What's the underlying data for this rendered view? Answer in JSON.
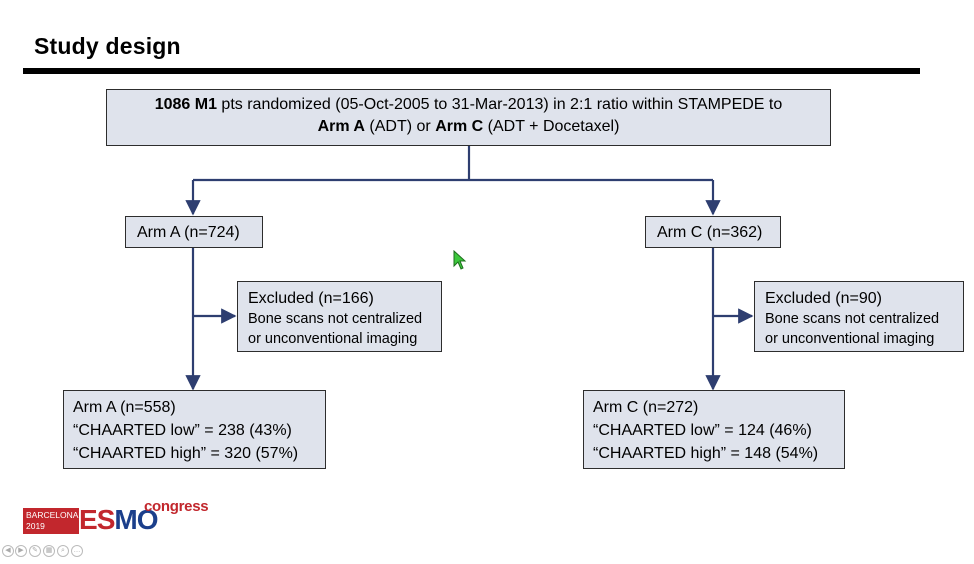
{
  "title": "Study design",
  "top_box": {
    "l1_bold": "1086 M1",
    "l1_rest": " pts randomized (05-Oct-2005 to 31-Mar-2013) in 2:1 ratio within STAMPEDE to",
    "l2_arm_a": "Arm A",
    "l2_mid1": " (ADT) or ",
    "l2_arm_c": "Arm C",
    "l2_mid2": " (ADT + Docetaxel)"
  },
  "arm_a": {
    "label": "Arm A (n=724)",
    "excluded_title": "Excluded (n=166)",
    "excluded_reason_1": "Bone scans not centralized",
    "excluded_reason_2": "or unconventional imaging",
    "final_label": "Arm A (n=558)",
    "final_low": "“CHAARTED low” = 238 (43%)",
    "final_high": "“CHAARTED high” = 320 (57%)"
  },
  "arm_c": {
    "label": "Arm C (n=362)",
    "excluded_title": "Excluded (n=90)",
    "excluded_reason_1": "Bone scans not centralized",
    "excluded_reason_2": "or unconventional imaging",
    "final_label": "Arm C (n=272)",
    "final_low": "“CHAARTED low”  = 124 (46%)",
    "final_high": "“CHAARTED high” = 148 (54%)"
  },
  "logo": {
    "city": "BARCELONA",
    "year": "2019",
    "brand": "ESMO",
    "suffix": "congress"
  },
  "colors": {
    "box_fill": "#dfe3ec",
    "connector": "#2e3e70",
    "esmo_red": "#c2272d",
    "esmo_blue": "#1b3f8b"
  }
}
